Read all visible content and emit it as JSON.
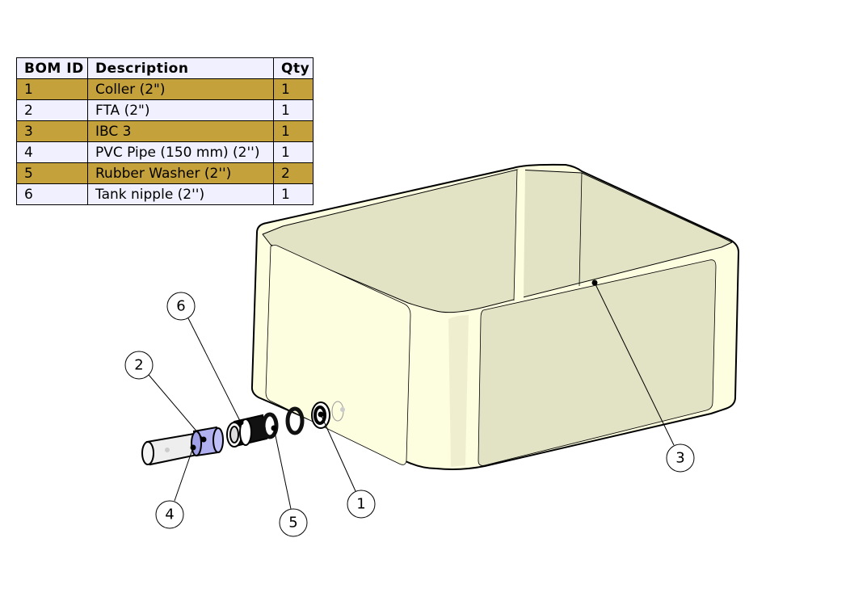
{
  "bom_table": {
    "headers": [
      "BOM ID",
      "Description",
      "Qty"
    ],
    "rows": [
      {
        "id": "1",
        "description": "Coller (2\")",
        "qty": "1"
      },
      {
        "id": "2",
        "description": "FTA (2\")",
        "qty": "1"
      },
      {
        "id": "3",
        "description": "IBC 3",
        "qty": "1"
      },
      {
        "id": "4",
        "description": "PVC Pipe (150 mm) (2'')",
        "qty": "1"
      },
      {
        "id": "5",
        "description": "Rubber Washer (2'')",
        "qty": "2"
      },
      {
        "id": "6",
        "description": "Tank nipple (2'')",
        "qty": "1"
      }
    ]
  },
  "callouts": [
    "1",
    "2",
    "3",
    "4",
    "5",
    "6"
  ],
  "colors": {
    "row_odd": "#c4a13a",
    "row_even": "#f0f0ff",
    "tank": "#fdfde0",
    "tank_inner": "#e2e2c4",
    "fta": "#b0b0f0"
  }
}
